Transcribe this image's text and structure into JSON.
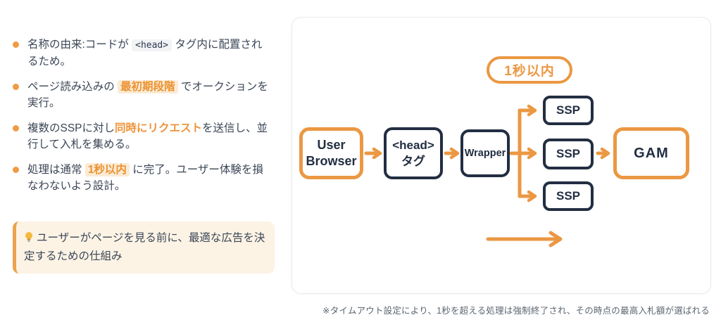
{
  "bullets": [
    {
      "pre": "名称の由来:コードが ",
      "chip": "<head>",
      "post": " タグ内に配置されるため。"
    },
    {
      "pre": "ページ読み込みの ",
      "highlight": "最初期段階",
      "post": " でオークションを実行。"
    },
    {
      "pre": "複数のSSPに対し",
      "emphasis": "同時にリクエスト",
      "post": "を送信し、並行して入札を集める。"
    },
    {
      "pre": "処理は通常 ",
      "highlight": "1秒以内",
      "post": " に完了。ユーザー体験を損なわないよう設計。"
    }
  ],
  "callout": {
    "icon": "lightbulb",
    "text": "ユーザーがページを見る前に、最適な広告を決定するための仕組み"
  },
  "diagram": {
    "badge": "1秒以内",
    "nodes": {
      "user": "User Browser",
      "head_line1": "<head>",
      "head_line2": "タグ",
      "wrapper": "Wrapper",
      "ssp": "SSP",
      "gam": "GAM"
    }
  },
  "footnote": "※タイムアウト設定により、1秒を超える処理は強制終了され、その時点の最高入札額が選ばれる",
  "colors": {
    "accent_orange": "#eb9843",
    "navy": "#222e42",
    "highlight_bg": "#fbebd5",
    "highlight_text": "#ec9232",
    "callout_bg": "#fcf3e5",
    "card_border": "#e8eaed"
  }
}
